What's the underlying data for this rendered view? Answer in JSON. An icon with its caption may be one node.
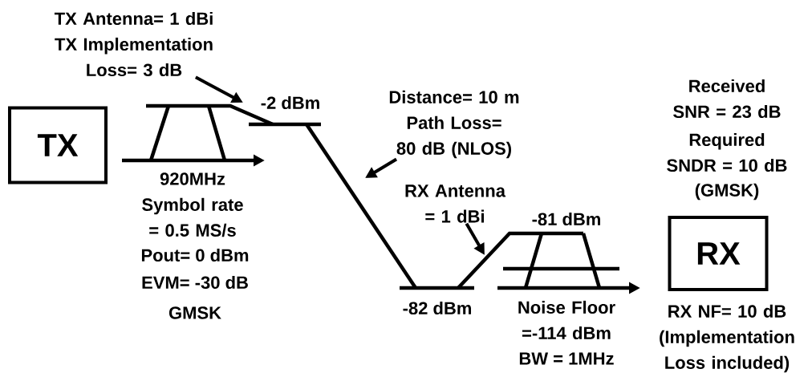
{
  "diagram": {
    "nodes": [
      {
        "text": [
          "TX"
        ]
      },
      {
        "text": [
          "RX"
        ],
        "beside": [
          "RX NF= 10 dB (Implementation Loss included)"
        ]
      },
      {
        "text": [
          "TX Antenna= 1 dBi",
          "TX Implementation Loss= 3 dB"
        ]
      },
      {
        "text": [
          "Distance= 10 m",
          "Path Loss= 80 dB (NLOS)"
        ]
      },
      {
        "text": [
          "RX Antenna = 1 dBi"
        ]
      }
    ],
    "edges": [
      {
        "from": 2,
        "to": null,
        "arrow": "to"
      },
      {
        "from": 3,
        "to": null,
        "arrow": "to"
      },
      {
        "from": 4,
        "to": null,
        "arrow": "to"
      }
    ],
    "labels": [
      "-2 dBm",
      "920MHz",
      "Symbol rate = 0.5 MS/s",
      "Pout= 0 dBm",
      "EVM= -30 dB",
      "GMSK",
      "Received SNR = 23 dB",
      "Required SNDR = 10 dB",
      "(GMSK)",
      "-81 dBm",
      "-82 dBm",
      "Noise Floor =-114 dBm",
      "BW = 1MHz"
    ]
  }
}
